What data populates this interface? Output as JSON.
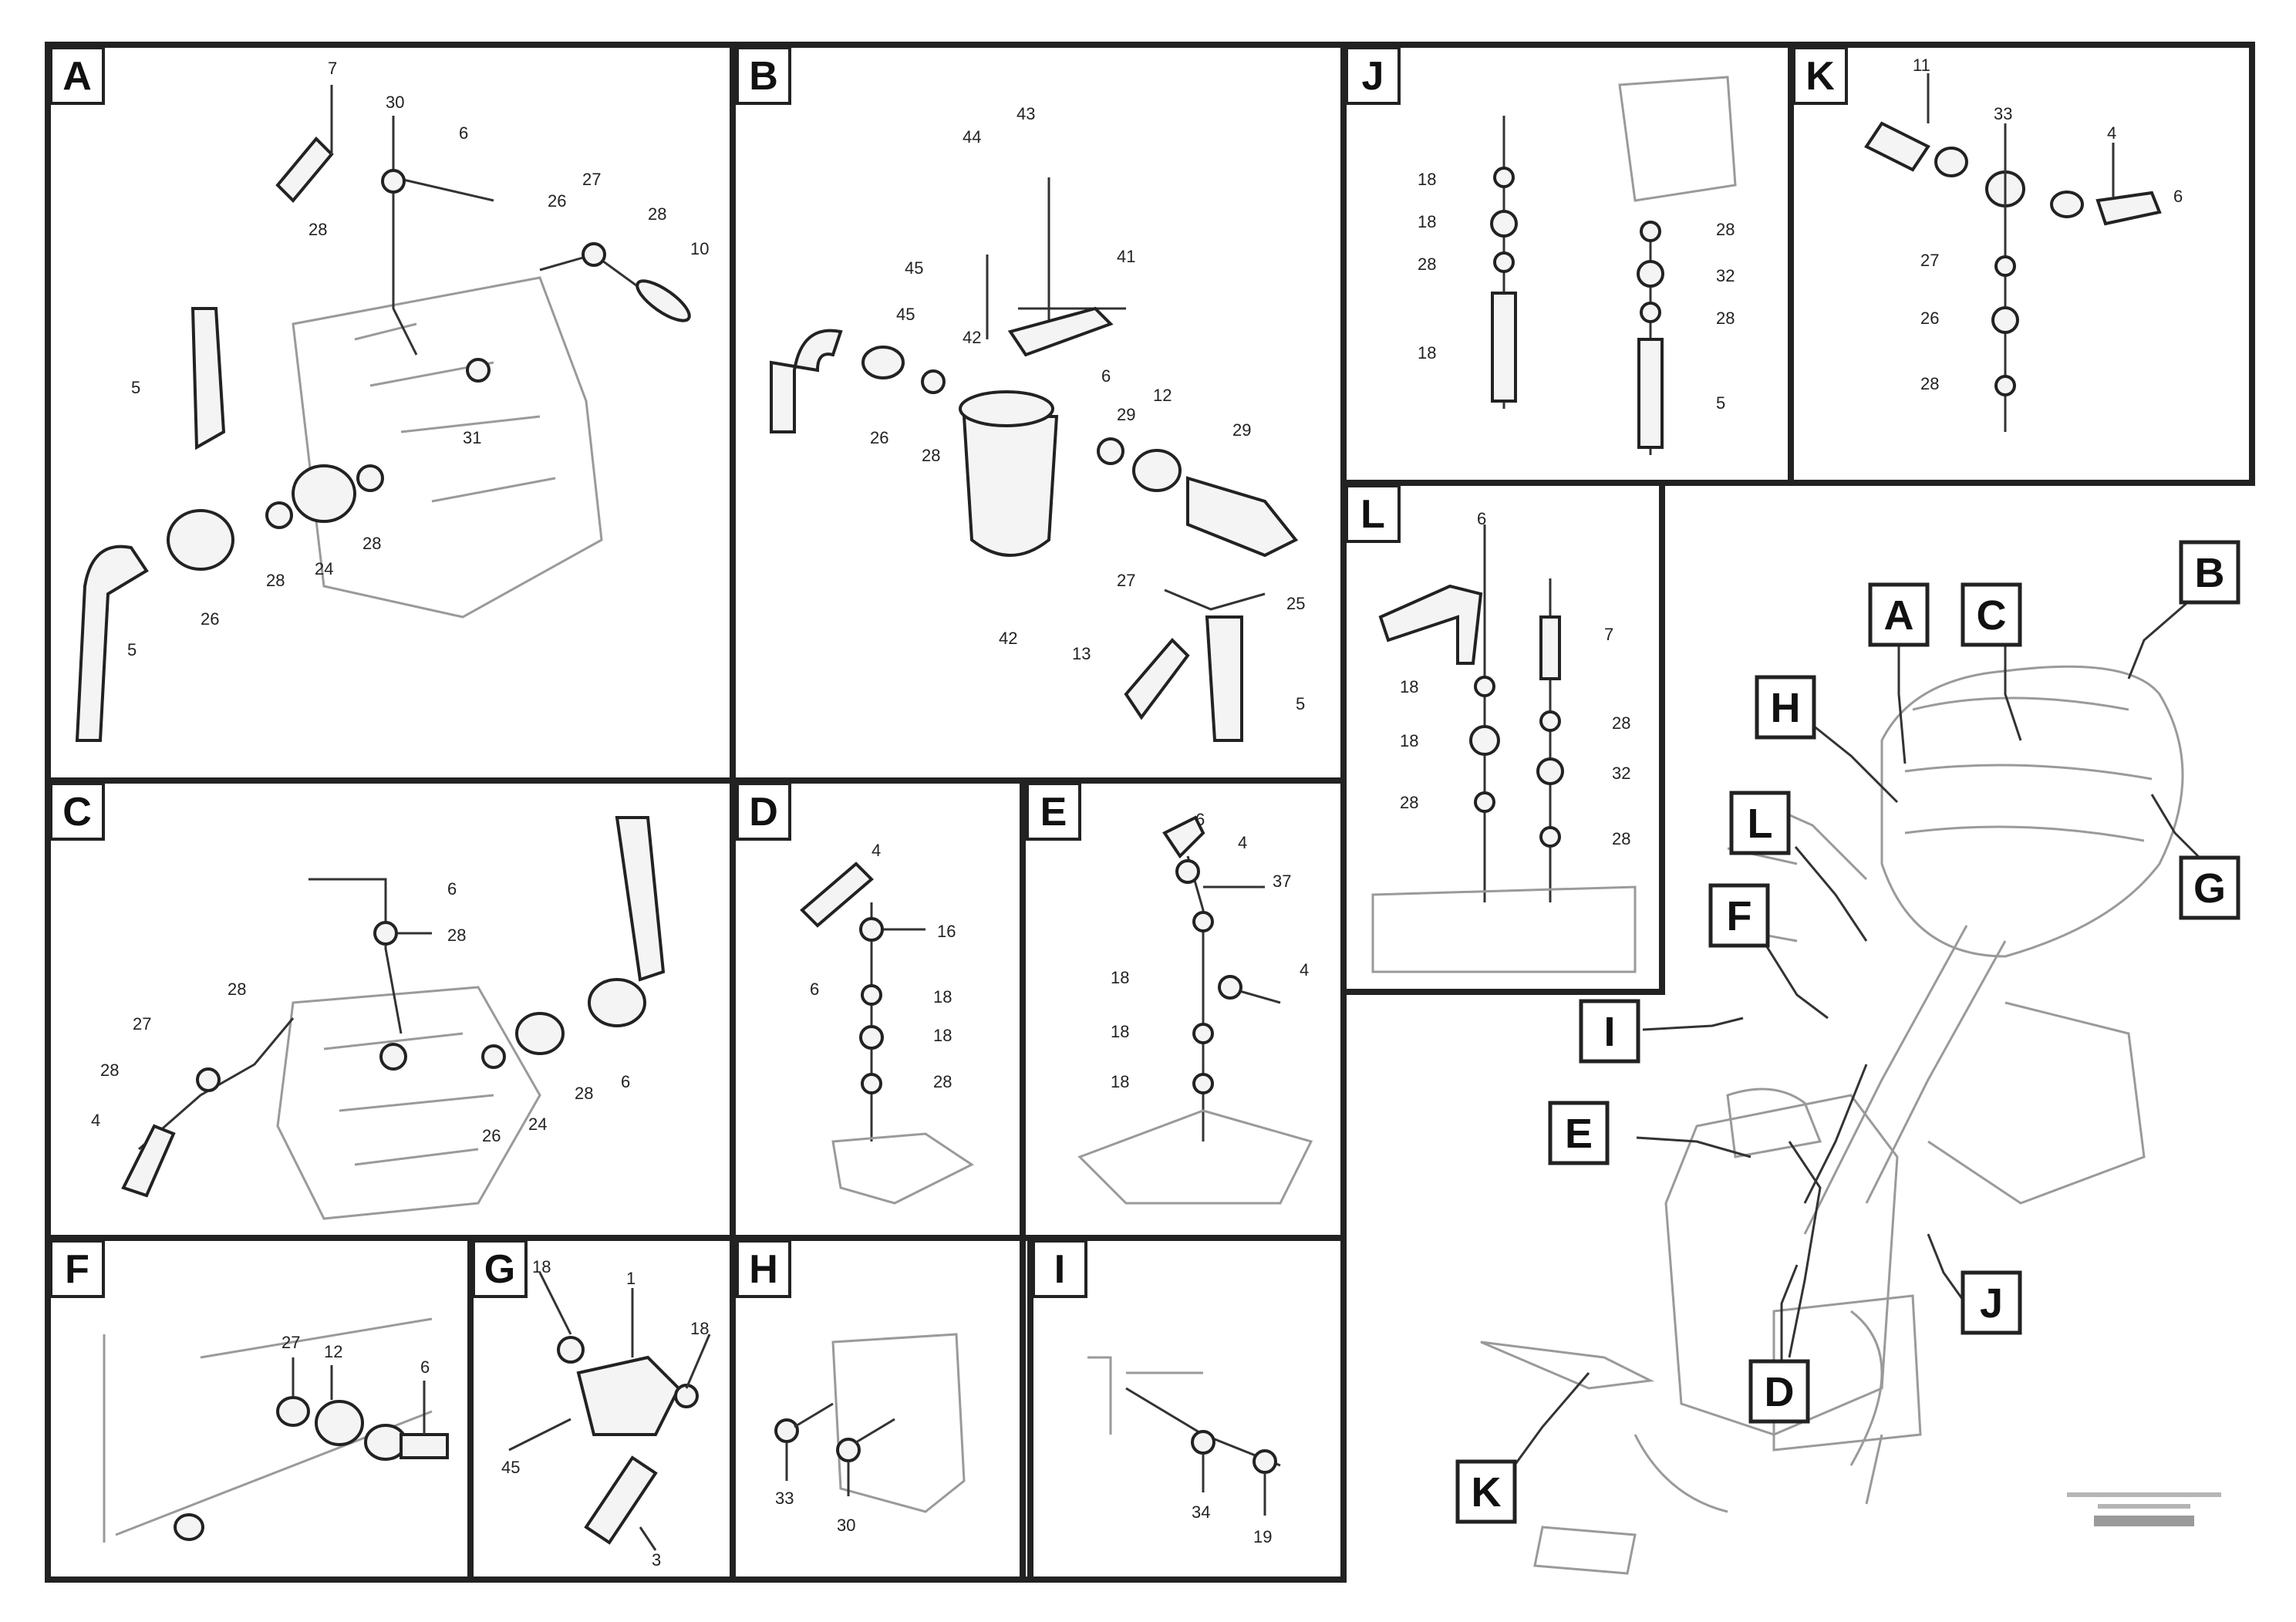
{
  "panels": [
    {
      "id": "A",
      "label": "A"
    },
    {
      "id": "B",
      "label": "B"
    },
    {
      "id": "C",
      "label": "C"
    },
    {
      "id": "D",
      "label": "D"
    },
    {
      "id": "E",
      "label": "E"
    },
    {
      "id": "F",
      "label": "F"
    },
    {
      "id": "G",
      "label": "G"
    },
    {
      "id": "H",
      "label": "H"
    },
    {
      "id": "I",
      "label": "I"
    },
    {
      "id": "J",
      "label": "J"
    },
    {
      "id": "K",
      "label": "K"
    },
    {
      "id": "L",
      "label": "L"
    }
  ],
  "callouts": {
    "a": [
      "7",
      "30",
      "6",
      "28",
      "27",
      "26",
      "28",
      "10",
      "5",
      "31",
      "26",
      "28",
      "24",
      "28",
      "5"
    ],
    "b": [
      "44",
      "43",
      "45",
      "45",
      "42",
      "41",
      "26",
      "28",
      "29",
      "6",
      "12",
      "29",
      "27",
      "25",
      "13",
      "42",
      "5"
    ],
    "c": [
      "6",
      "28",
      "28",
      "27",
      "28",
      "4",
      "26",
      "24",
      "28",
      "6"
    ],
    "d": [
      "4",
      "16",
      "6",
      "18",
      "18",
      "28"
    ],
    "e": [
      "6",
      "4",
      "37",
      "18",
      "4",
      "18",
      "18"
    ],
    "f": [
      "27",
      "12",
      "6"
    ],
    "g": [
      "18",
      "1",
      "18",
      "45",
      "3"
    ],
    "h": [
      "33",
      "30"
    ],
    "i": [
      "34",
      "19"
    ],
    "j": [
      "18",
      "18",
      "28",
      "18",
      "28",
      "32",
      "28",
      "5"
    ],
    "k": [
      "11",
      "33",
      "4",
      "6",
      "27",
      "26",
      "28"
    ],
    "l": [
      "6",
      "7",
      "18",
      "18",
      "28",
      "28",
      "32",
      "28"
    ]
  },
  "overview": {
    "markers": [
      "A",
      "B",
      "C",
      "H",
      "L",
      "G",
      "F",
      "I",
      "E",
      "J",
      "D",
      "K"
    ]
  },
  "footer": {
    "line1": "",
    "line2": "",
    "code": ""
  }
}
